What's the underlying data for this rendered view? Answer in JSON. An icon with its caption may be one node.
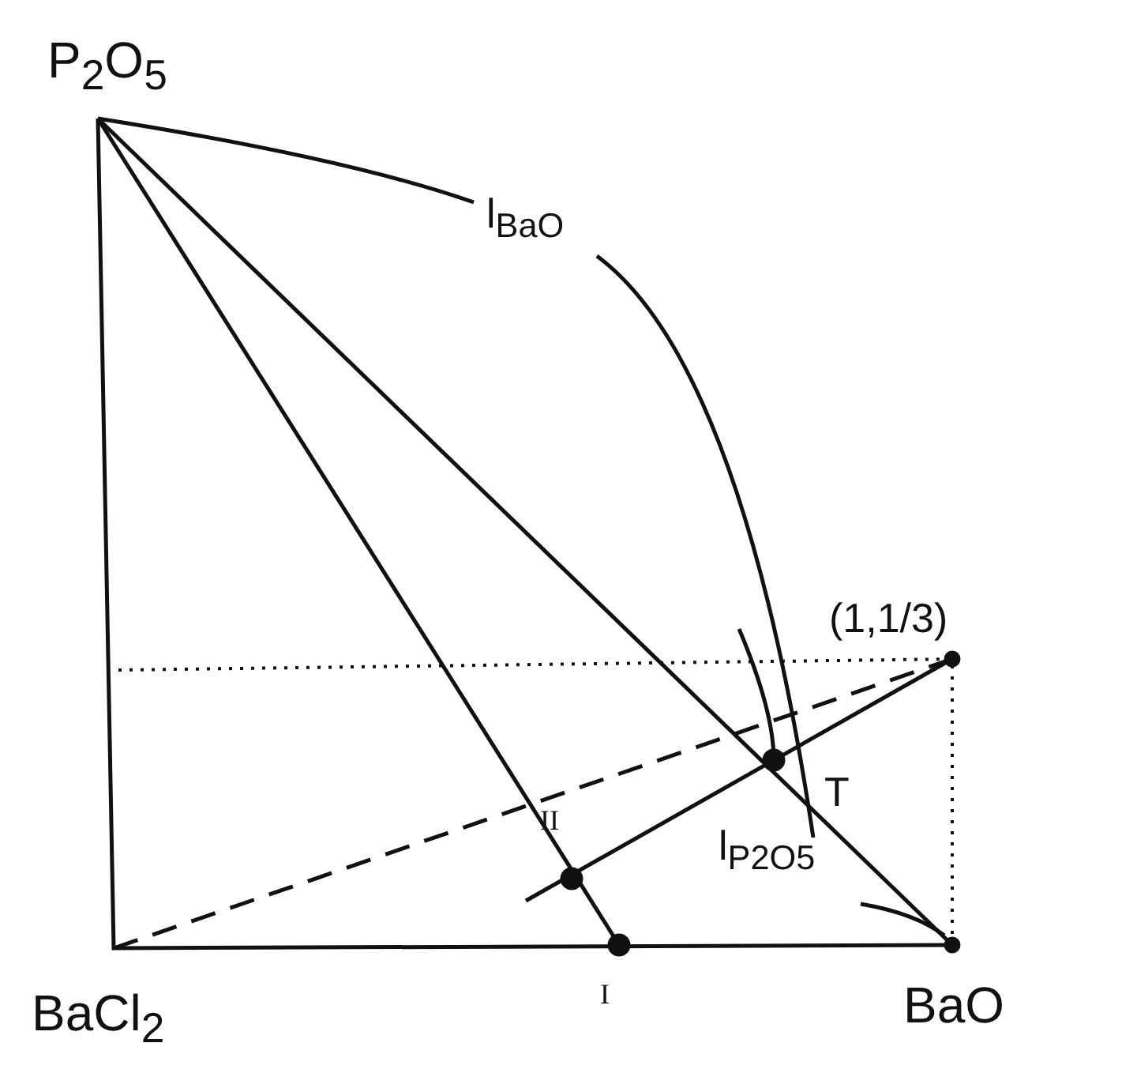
{
  "diagram": {
    "labels": [
      "P$_{2}$O$_{5}$",
      "l$_{BaO}$",
      "(1,1/3)",
      "T",
      "II",
      "l$_{P2O5}$",
      "BaCl$_{2}$",
      "I",
      "BaO"
    ]
  }
}
